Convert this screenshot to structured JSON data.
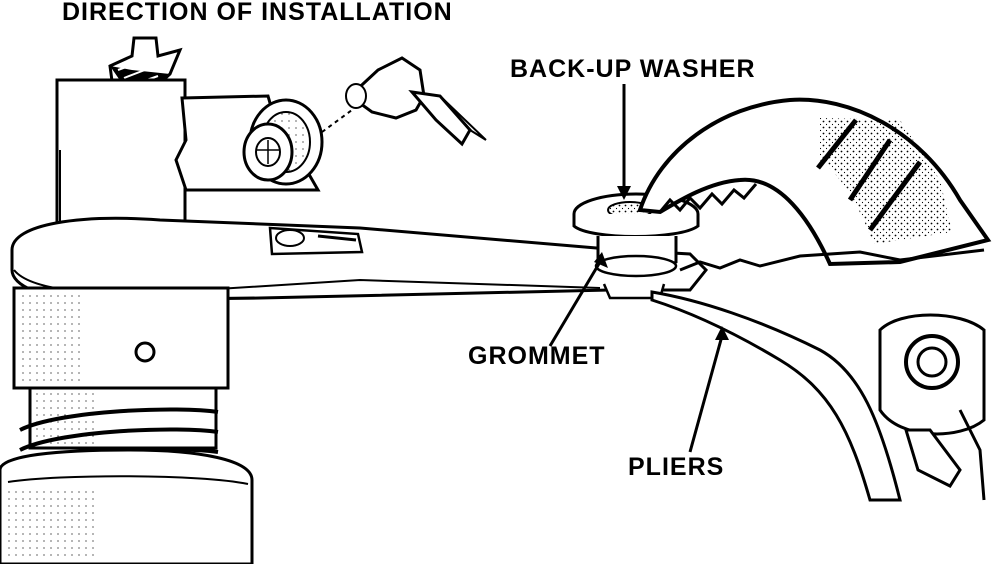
{
  "labels": {
    "direction": "DIRECTION OF INSTALLATION",
    "washer": "BACK-UP WASHER",
    "grommet": "GROMMET",
    "pliers": "PLIERS"
  },
  "colors": {
    "ink": "#000000",
    "paper": "#ffffff",
    "shade": "#c8c8c8"
  }
}
